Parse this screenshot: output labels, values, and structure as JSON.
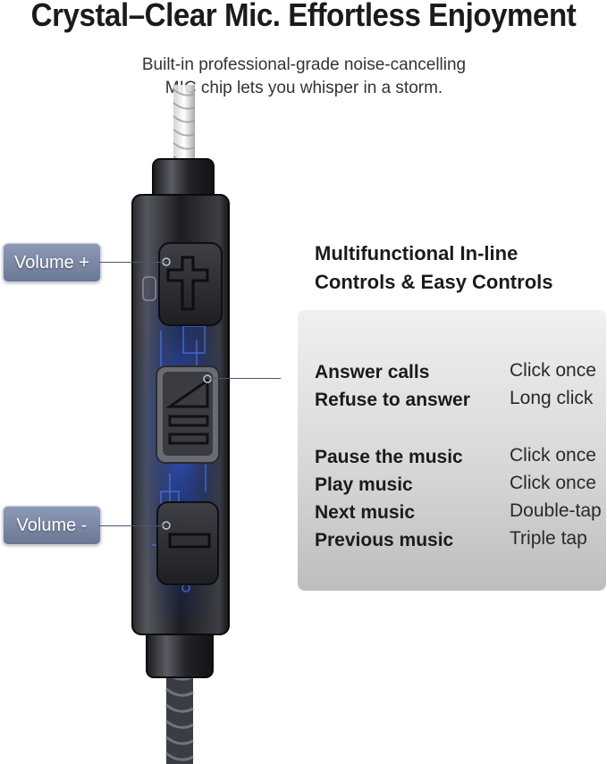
{
  "headline": "Crystal–Clear Mic. Effortless Enjoyment",
  "subtitle_line1": "Built-in professional-grade noise-cancelling",
  "subtitle_line2": "MIC chip lets you whisper in a storm.",
  "labels": {
    "volume_up": "Volume +",
    "volume_down": "Volume -"
  },
  "controls_heading": {
    "line1": "Multifunctional In-line",
    "line2": "Controls & Easy Controls"
  },
  "controls": [
    {
      "action": "Answer calls",
      "gesture": "Click once"
    },
    {
      "action": "Refuse to answer",
      "gesture": "Long click"
    },
    {
      "action": "Pause the music",
      "gesture": "Click once"
    },
    {
      "action": "Play music",
      "gesture": "Click once"
    },
    {
      "action": "Next music",
      "gesture": "Double-tap"
    },
    {
      "action": "Previous music",
      "gesture": "Triple tap"
    }
  ],
  "icons": {
    "volume_up_button": "plus-icon",
    "multi_button": "play-pause-icon",
    "volume_down_button": "minus-icon"
  },
  "colors": {
    "label_pill": "#7a87a4",
    "circuit_glow": "#2d5cff",
    "remote_body": "#1e1f22"
  }
}
